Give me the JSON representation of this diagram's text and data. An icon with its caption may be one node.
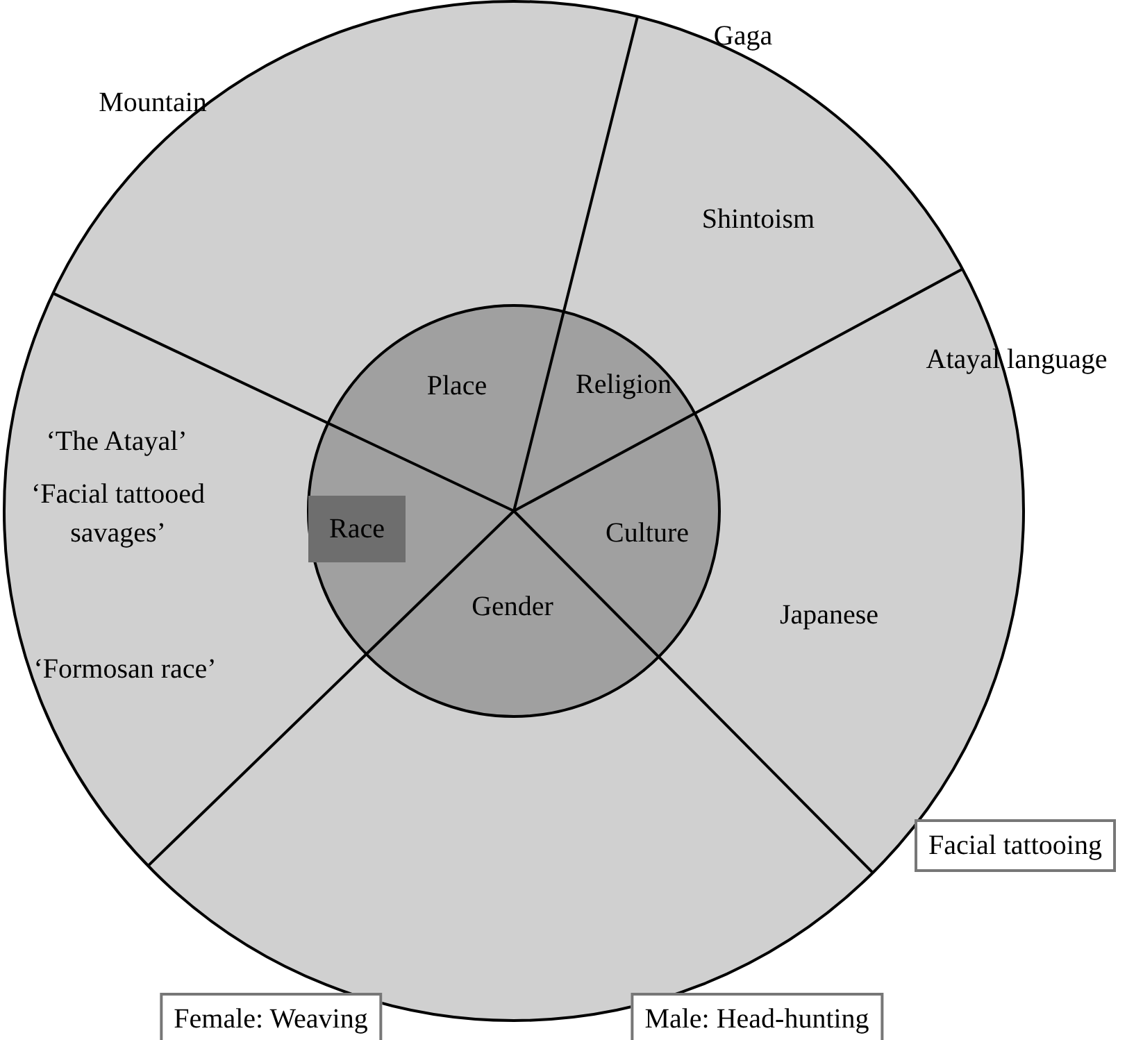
{
  "diagram": {
    "nodes": [
      {
        "text": [
          "Place"
        ]
      },
      {
        "text": [
          "Religion"
        ]
      },
      {
        "text": [
          "Culture"
        ]
      },
      {
        "text": [
          "Gender"
        ]
      },
      {
        "text": [
          "Race"
        ]
      },
      {
        "text": [
          "Facial tattooing"
        ]
      },
      {
        "text": [
          "Female: Weaving"
        ]
      },
      {
        "text": [
          "Male: Head-hunting"
        ]
      }
    ],
    "labels": [
      "Mountain",
      "Gaga",
      "Shintoism",
      "Atayal language",
      "‘The Atayal’",
      "‘Facial tattooed savages’",
      "Japanese",
      "‘Formosan race’"
    ]
  }
}
